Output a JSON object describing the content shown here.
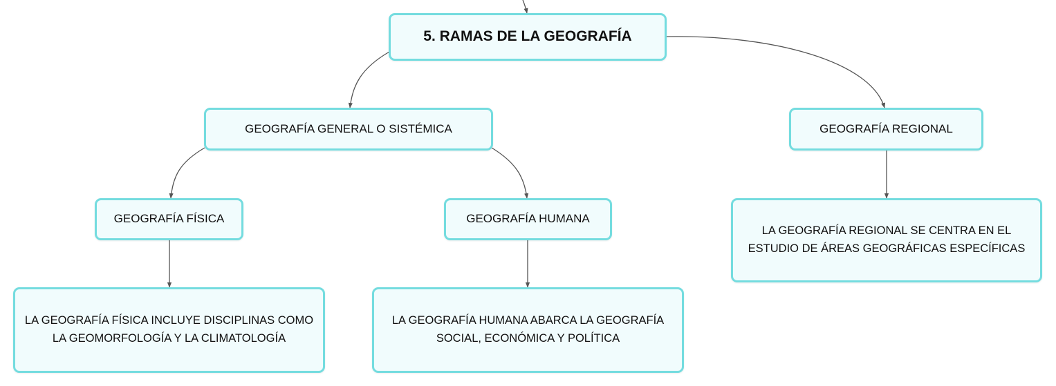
{
  "colors": {
    "node_border": "#74dcdf",
    "node_fill": "#f1fcfd",
    "connector": "#555555",
    "text": "#111111"
  },
  "nodes": {
    "root": "5. RAMAS DE LA GEOGRAFÍA",
    "general": "GEOGRAFÍA GENERAL O SISTÉMICA",
    "regional": "GEOGRAFÍA REGIONAL",
    "fisica": "GEOGRAFÍA FÍSICA",
    "humana": "GEOGRAFÍA HUMANA",
    "fisica_desc": "LA GEOGRAFÍA FÍSICA INCLUYE DISCIPLINAS COMO LA GEOMORFOLOGÍA Y LA CLIMATOLOGÍA",
    "humana_desc": "LA GEOGRAFÍA HUMANA ABARCA LA GEOGRAFÍA SOCIAL, ECONÓMICA Y POLÍTICA",
    "regional_desc": "LA GEOGRAFÍA REGIONAL SE CENTRA EN EL ESTUDIO DE ÁREAS GEOGRÁFICAS ESPECÍFICAS"
  }
}
